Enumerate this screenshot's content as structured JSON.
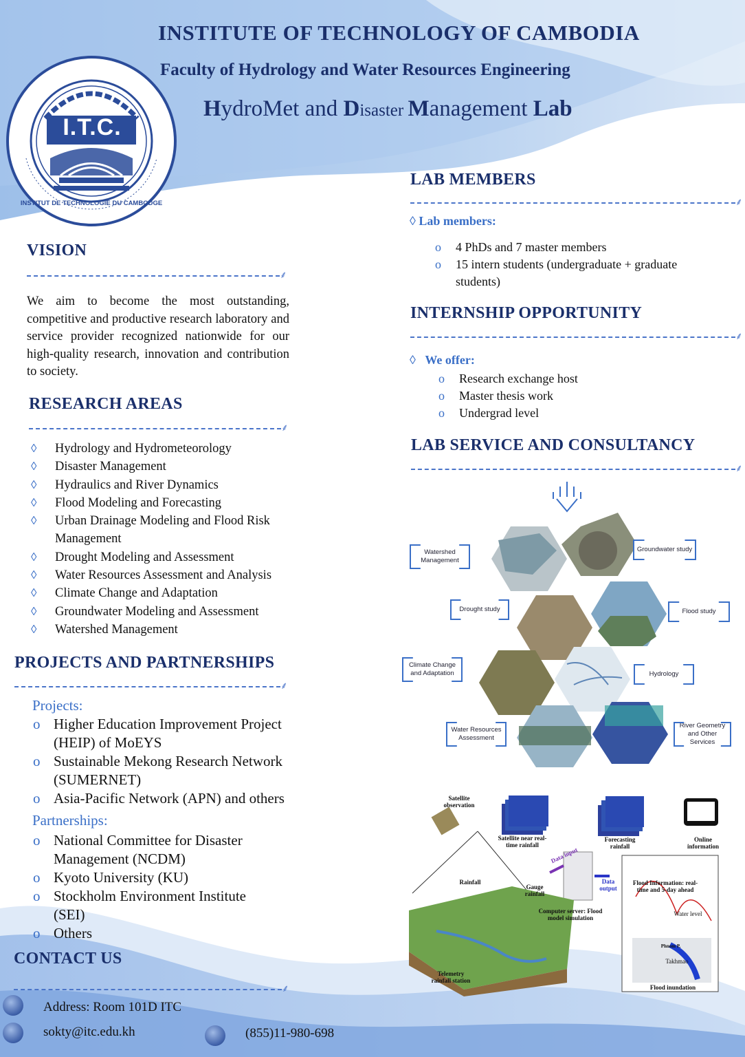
{
  "header": {
    "institute": "INSTITUTE OF TECHNOLOGY OF CAMBODIA",
    "faculty": "Faculty of Hydrology and Water Resources Engineering",
    "lab_parts": [
      "H",
      "ydroMet and ",
      "D",
      "isaster ",
      "M",
      "anagement ",
      "Lab"
    ]
  },
  "logo": {
    "center_text": "I.T.C.",
    "ring_text": "INSTITUT DE TECHNOLOGIE DU CAMBODGE"
  },
  "vision": {
    "heading": "VISION",
    "text": "We aim to become the most outstanding, competitive and productive research laboratory and service provider recognized nationwide for our high-quality research, innovation and contribution to society."
  },
  "research": {
    "heading": "RESEARCH AREAS",
    "bullet": "◊",
    "items": [
      "Hydrology and Hydrometeorology",
      "Disaster Management",
      "Hydraulics and River Dynamics",
      "Flood Modeling and Forecasting",
      "Urban Drainage Modeling and Flood Risk Management",
      "Drought Modeling and Assessment",
      "Water Resources Assessment and Analysis",
      "Climate Change and Adaptation",
      "Groundwater Modeling and Assessment",
      "Watershed Management"
    ]
  },
  "projects": {
    "heading": "PROJECTS AND PARTNERSHIPS",
    "projects_label": "Projects:",
    "projects_items": [
      "Higher Education Improvement Project (HEIP) of MoEYS",
      "Sustainable Mekong Research Network (SUMERNET)",
      "Asia-Pacific Network (APN) and others"
    ],
    "partnerships_label": "Partnerships:",
    "partnerships_items": [
      "National Committee for Disaster Management (NCDM)",
      "Kyoto University (KU)",
      "Stockholm Environment Institute (SEI)",
      "Others"
    ],
    "bullet": "o"
  },
  "contact": {
    "heading": "CONTACT US",
    "address": "Address: Room 101D ITC",
    "email": "sokty@itc.edu.kh",
    "phone": "(855)11-980-698"
  },
  "members": {
    "heading": "LAB MEMBERS",
    "label": "Lab members:",
    "items": [
      "4 PhDs and 7 master members",
      "15 intern students (undergraduate + graduate students)"
    ]
  },
  "internship": {
    "heading": "INTERNSHIP OPPORTUNITY",
    "label": "We offer:",
    "items": [
      "Research exchange host",
      "Master thesis work",
      "Undergrad level"
    ]
  },
  "service": {
    "heading": "LAB SERVICE AND CONSULTANCY",
    "boxes": {
      "watershed": "Watershed Management",
      "groundwater": "Groundwater study",
      "drought": "Drought study",
      "flood": "Flood study",
      "climate": "Climate Change and Adaptation",
      "hydrology": "Hydrology",
      "water_resources": "Water Resources Assessment",
      "river": "River Geometry and Other Services"
    }
  },
  "flow": {
    "satellite_obs": "Satellite observation",
    "sat_rain": "Satellite near real-time rainfall",
    "forecast_rain": "Forecasting rainfall",
    "online": "Online information",
    "rainfall": "Rainfall",
    "gauge": "Gauge rainfall",
    "data_input": "Data input",
    "data_output": "Data output",
    "server": "Computer server: Flood model simulation",
    "flood_info": "Flood Information: real-time and 5-day ahead",
    "water_level": "Water level",
    "takhmao": "Takhmao",
    "phnom": "Phnom P.",
    "inundation": "Flood inundation",
    "telemetry": "Telemetry rainfall station"
  },
  "colors": {
    "navy": "#1a2f6b",
    "accent_blue": "#3a6fc7",
    "wave_light": "#c9dcf3",
    "wave_mid": "#8fb2e4"
  }
}
